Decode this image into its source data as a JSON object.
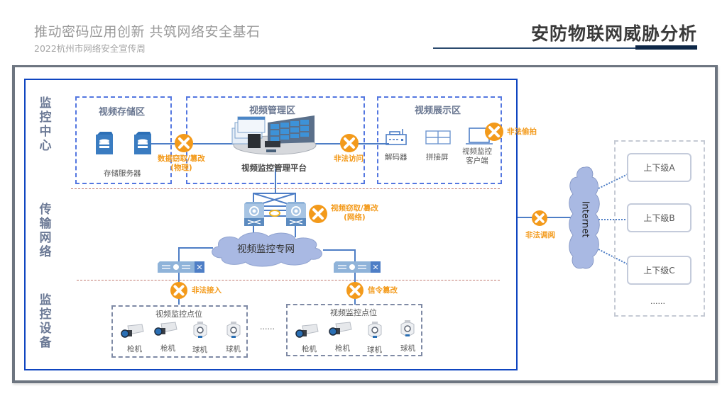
{
  "header": {
    "slogan": "推动密码应用创新 共筑网络安全基石",
    "subtitle": "2022杭州市网络安全宣传周",
    "page_title": "安防物联网威胁分析"
  },
  "sections": {
    "monitor_center": "监\n控\n中\n心",
    "transmission": "传\n输\n网\n络",
    "devices": "监\n控\n设\n备"
  },
  "zones": {
    "storage": {
      "title": "视频存储区",
      "label": "存储服务器"
    },
    "management": {
      "title": "视频管理区",
      "label": "视频监控管理平台"
    },
    "display": {
      "title": "视频展示区",
      "items": [
        {
          "label": "解码器",
          "icon": "decoder-icon"
        },
        {
          "label": "拼接屏",
          "icon": "video-wall-icon"
        },
        {
          "label": "视频监控\n客户端",
          "icon": "laptop-icon"
        }
      ]
    }
  },
  "network": {
    "private_net": "视频监控专网",
    "internet": "Internet"
  },
  "threats": {
    "physical": "数据窃取/篡改\n(物理)",
    "illegal_access": "非法访问",
    "sneak_shot": "非法偷拍",
    "network_tamper": "视频窃取/篡改\n(网络)",
    "illegal_join": "非法接入",
    "signal_tamper": "信令篡改",
    "illegal_retrieve": "非法调阅"
  },
  "camera_groups": [
    {
      "title": "视频监控点位",
      "cameras": [
        {
          "label": "枪机",
          "type": "bullet"
        },
        {
          "label": "枪机",
          "type": "bullet"
        },
        {
          "label": "球机",
          "type": "dome"
        },
        {
          "label": "球机",
          "type": "dome"
        }
      ]
    },
    {
      "title": "视频监控点位",
      "cameras": [
        {
          "label": "枪机",
          "type": "bullet"
        },
        {
          "label": "枪机",
          "type": "bullet"
        },
        {
          "label": "球机",
          "type": "dome"
        },
        {
          "label": "球机",
          "type": "dome"
        }
      ]
    }
  ],
  "camera_ellipsis": "......",
  "levels": {
    "items": [
      "上下级A",
      "上下级B",
      "上下级C"
    ],
    "ellipsis": "......"
  },
  "colors": {
    "threat": "#f39a1b",
    "frame_blue": "#0f45c0",
    "dash_blue": "#5477e0",
    "cloud": "#a9b9e3",
    "title_dark": "#0d2747"
  }
}
